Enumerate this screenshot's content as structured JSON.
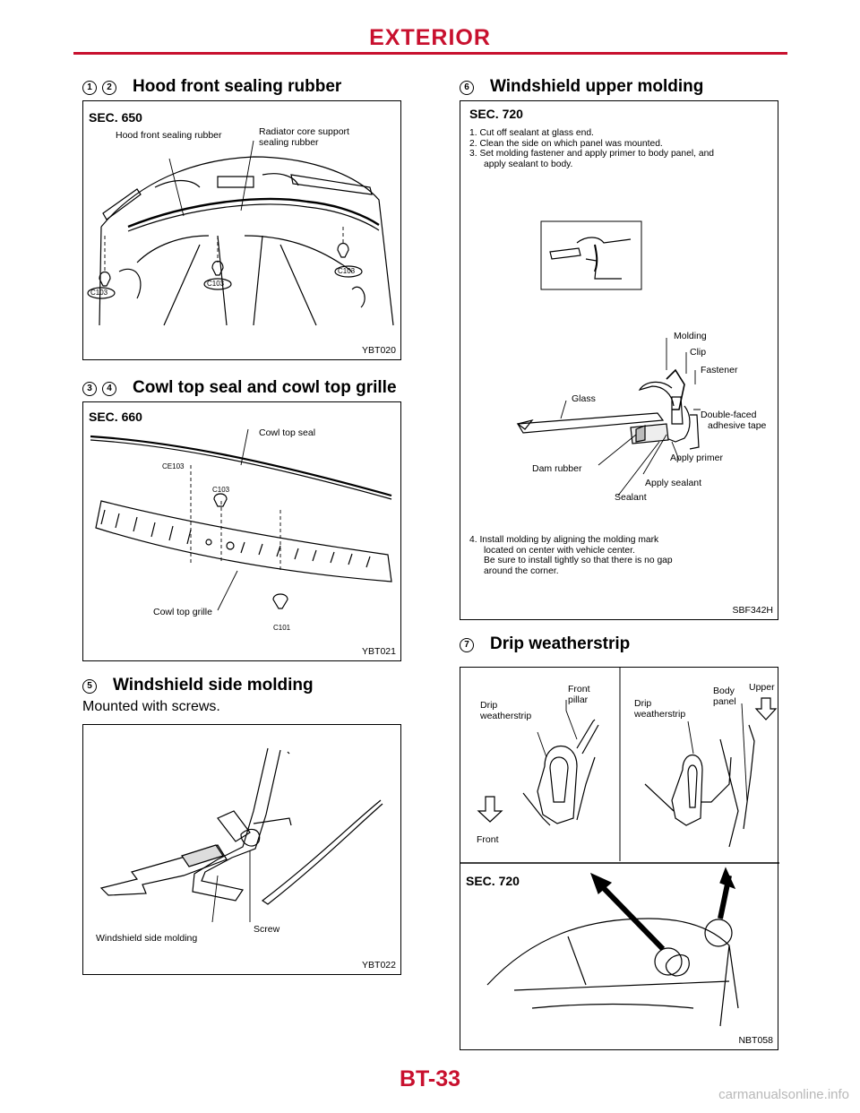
{
  "header": {
    "title": "EXTERIOR"
  },
  "sections": {
    "hood": {
      "nums": [
        "1",
        "2"
      ],
      "title": "Hood front sealing rubber",
      "figure": {
        "sec": "SEC. 650",
        "id": "YBT020",
        "labels": {
          "hood_rubber": "Hood front sealing rubber",
          "radiator_seal_1": "Radiator core support",
          "radiator_seal_2": "sealing rubber",
          "clip1": "C103",
          "clip2": "C103",
          "clip3": "C103"
        }
      }
    },
    "cowl": {
      "nums": [
        "3",
        "4"
      ],
      "title": "Cowl top seal and cowl top grille",
      "figure": {
        "sec": "SEC. 660",
        "id": "YBT021",
        "labels": {
          "cowl_seal": "Cowl top seal",
          "cowl_grille": "Cowl top grille",
          "clip_ce103": "CE103",
          "clip_c103": "C103",
          "clip_c101": "C101"
        }
      }
    },
    "side_molding": {
      "nums": [
        "5"
      ],
      "title": "Windshield side molding",
      "text": "Mounted with screws.",
      "figure": {
        "id": "YBT022",
        "labels": {
          "molding": "Windshield side molding",
          "screw": "Screw"
        }
      }
    },
    "upper_molding": {
      "nums": [
        "6"
      ],
      "title": "Windshield upper molding",
      "figure": {
        "sec": "SEC. 720",
        "id": "SBF342H",
        "steps": [
          "1. Cut off sealant at glass end.",
          "2. Clean the side on which panel was mounted.",
          "3. Set molding fastener and apply primer to body panel, and",
          "apply sealant to body."
        ],
        "step4": [
          "4. Install molding by aligning the molding mark",
          "located on center with vehicle center.",
          "Be sure to install tightly so that there is no gap",
          "around the corner."
        ],
        "labels": {
          "molding": "Molding",
          "clip": "Clip",
          "fastener": "Fastener",
          "glass": "Glass",
          "tape_1": "Double-faced",
          "tape_2": "adhesive tape",
          "dam_rubber": "Dam rubber",
          "primer": "Apply primer",
          "apply_sealant": "Apply sealant",
          "sealant": "Sealant"
        }
      }
    },
    "drip": {
      "nums": [
        "7"
      ],
      "title": "Drip weatherstrip",
      "figure": {
        "sec": "SEC. 720",
        "id": "NBT058",
        "labels": {
          "drip1_1": "Drip",
          "drip1_2": "weatherstrip",
          "front_pillar_1": "Front",
          "front_pillar_2": "pillar",
          "drip2_1": "Drip",
          "drip2_2": "weatherstrip",
          "body_panel_1": "Body",
          "body_panel_2": "panel",
          "upper": "Upper",
          "front": "Front"
        }
      }
    }
  },
  "footer": {
    "page_number": "BT-33",
    "url": "carmanualsonline.info"
  },
  "colors": {
    "accent": "#c8102e",
    "line": "#000000",
    "watermark": "#b8b8b8"
  }
}
